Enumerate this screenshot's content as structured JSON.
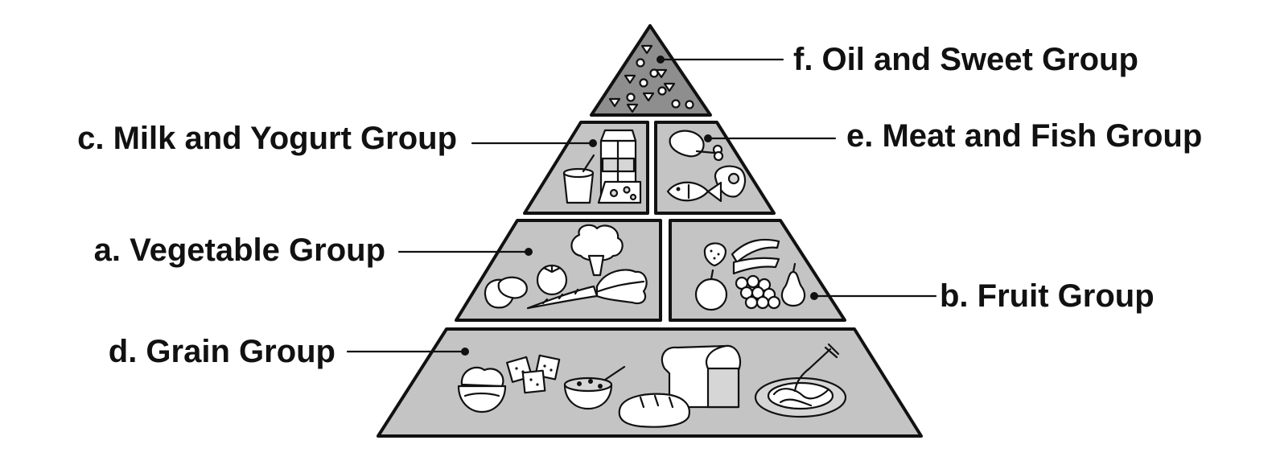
{
  "diagram": {
    "groups": {
      "a": {
        "label": "a. Vegetable Group"
      },
      "b": {
        "label": "b. Fruit Group"
      },
      "c": {
        "label": "c. Milk and Yogurt Group"
      },
      "d": {
        "label": "d. Grain Group"
      },
      "e": {
        "label": "e. Meat and Fish Group"
      },
      "f": {
        "label": "f. Oil and Sweet Group"
      }
    },
    "tiers": [
      {
        "tier": "top",
        "groups": [
          "f"
        ]
      },
      {
        "tier": "second",
        "groups": [
          "c",
          "e"
        ]
      },
      {
        "tier": "third",
        "groups": [
          "a",
          "b"
        ]
      },
      {
        "tier": "base",
        "groups": [
          "d"
        ]
      }
    ],
    "colors": {
      "tier_fill": "#c4c4c4",
      "top_fill": "#8e8e8e",
      "ink": "#111111"
    },
    "icons": {
      "f": [
        "sweets-icon"
      ],
      "c": [
        "milk-carton-icon",
        "yogurt-cup-icon",
        "cheese-icon"
      ],
      "e": [
        "chicken-leg-icon",
        "steak-icon",
        "fish-icon"
      ],
      "a": [
        "potato-icon",
        "tomato-icon",
        "broccoli-icon",
        "carrot-icon",
        "leafy-greens-icon"
      ],
      "b": [
        "strawberry-icon",
        "banana-icon",
        "apple-icon",
        "grapes-icon",
        "pear-icon"
      ],
      "d": [
        "rice-bowl-icon",
        "crackers-icon",
        "cereal-bowl-icon",
        "bread-loaf-icon",
        "bread-roll-icon",
        "spaghetti-plate-icon"
      ]
    }
  }
}
